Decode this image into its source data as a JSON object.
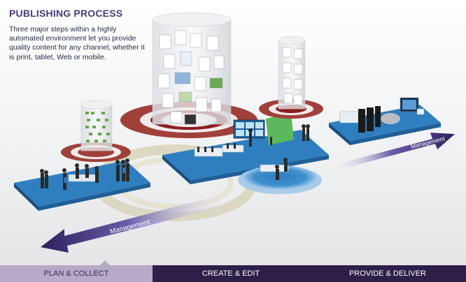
{
  "header": {
    "title": "PUBLISHING PROCESS",
    "description": "Three major steps within a highly automated environment let you provide quality content for any channel, whether it is print, tablet, Web or mobile."
  },
  "diagram": {
    "arrow_back_label": "Management",
    "arrow_forward_label": "Management"
  },
  "steps": [
    {
      "label": "PLAN & COLLECT",
      "active": true
    },
    {
      "label": "CREATE & EDIT",
      "active": false
    },
    {
      "label": "PROVIDE & DELIVER",
      "active": false
    }
  ],
  "colors": {
    "title": "#4a3a7a",
    "platform": "#2f7fc0",
    "ring": "#8b1e1e",
    "arrow": "#2d1f5e",
    "bar_dark": "#2d1f47",
    "bar_active": "#b7a9c8"
  }
}
